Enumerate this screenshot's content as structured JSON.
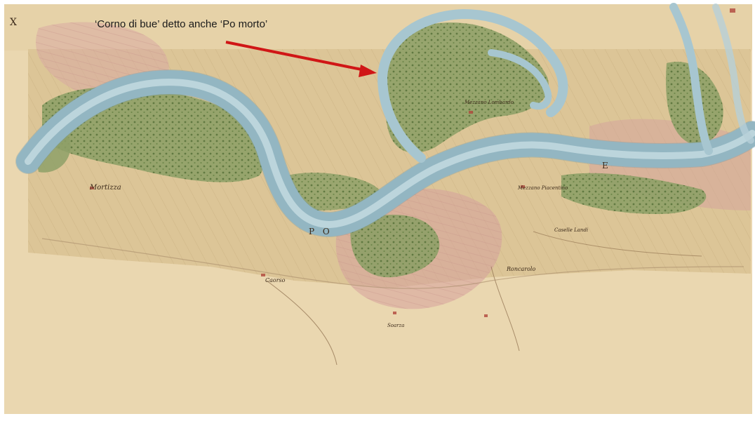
{
  "annotation": {
    "text": "‘Corno di bue’ detto anche ‘Po morto’",
    "arrow_color": "#d01616"
  },
  "map": {
    "sheet_number": "X",
    "labels": {
      "town_left": "Mortizza",
      "river_letters_a": "P O",
      "river_letters_b": "E",
      "town_bottom": "Caorso",
      "town_bottom_right": "Roncarolo",
      "place_right": "Caselle Landi",
      "place_mid": "Mezzano Piacentino",
      "place_top": "Mezzano Lombardo",
      "place_bottom_mid": "Soarza"
    },
    "colors": {
      "paper": "#ead7b0",
      "river": "#a9c8d2",
      "woods": "#8ea067",
      "fields": "#d9c59a",
      "floodplain": "#d8a8a0"
    }
  }
}
